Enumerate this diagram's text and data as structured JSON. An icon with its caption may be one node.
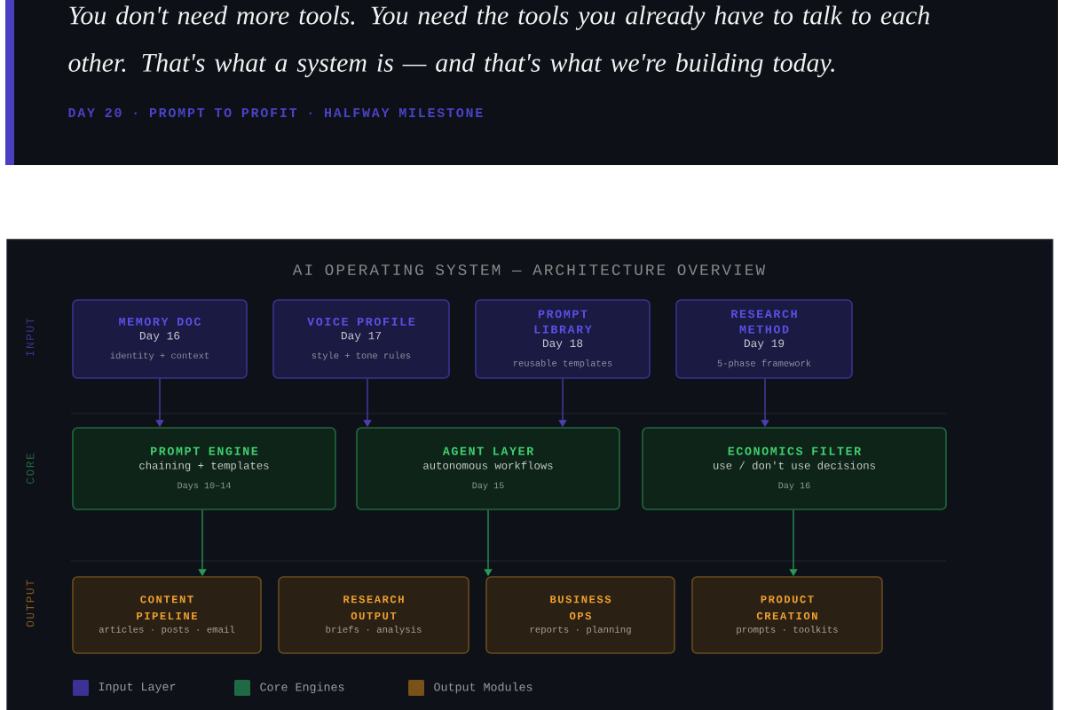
{
  "diagram": {
    "title": "AI OPERATING SYSTEM — ARCHITECTURE OVERVIEW",
    "nodes": [
      {
        "text": [
          "MEMORY DOC",
          "Day 16",
          "identity + context"
        ]
      },
      {
        "text": [
          "VOICE PROFILE",
          "Day 17",
          "style + tone rules"
        ]
      },
      {
        "text": [
          "PROMPT LIBRARY",
          "Day 18",
          "reusable templates"
        ]
      },
      {
        "text": [
          "RESEARCH METHOD",
          "Day 19",
          "5-phase framework"
        ]
      },
      {
        "text": [
          "PROMPT ENGINE",
          "chaining + templates",
          "Days 10–14"
        ]
      },
      {
        "text": [
          "AGENT LAYER",
          "autonomous workflows",
          "Day 15"
        ]
      },
      {
        "text": [
          "ECONOMICS FILTER",
          "use / don't use decisions",
          "Day 16"
        ]
      },
      {
        "text": [
          "CONTENT PIPELINE",
          "articles · posts · email"
        ]
      },
      {
        "text": [
          "RESEARCH OUTPUT",
          "briefs · analysis"
        ]
      },
      {
        "text": [
          "BUSINESS OPS",
          "reports · planning"
        ]
      },
      {
        "text": [
          "PRODUCT CREATION",
          "prompts · toolkits"
        ]
      }
    ],
    "edges": [
      {
        "from": 0,
        "to": 4,
        "arrow": "to"
      },
      {
        "from": 1,
        "to": 5,
        "arrow": "to"
      },
      {
        "from": 2,
        "to": 5,
        "arrow": "to"
      },
      {
        "from": 3,
        "to": 6,
        "arrow": "to"
      },
      {
        "from": 4,
        "to": 7,
        "arrow": "to",
        "color": "#2a9a55"
      },
      {
        "from": 5,
        "to": 9,
        "arrow": "to",
        "color": "#2a9a55"
      },
      {
        "from": 6,
        "to": 10,
        "arrow": "to",
        "color": "#2a9a55"
      }
    ],
    "labels": [
      "You don't need more tools. You need the tools you already have to talk to each other. That's what a system is — and that's what we're building today.",
      "DAY 20 · PROMPT TO PROFIT · HALFWAY MILESTONE",
      "INPUT",
      "CORE",
      "OUTPUT"
    ],
    "legend": [
      {
        "text": "Input Layer",
        "color": "#3b3296"
      },
      {
        "text": "Core Engines",
        "color": "#1f6a44"
      },
      {
        "text": "Output Modules",
        "color": "#7a5218"
      }
    ]
  }
}
